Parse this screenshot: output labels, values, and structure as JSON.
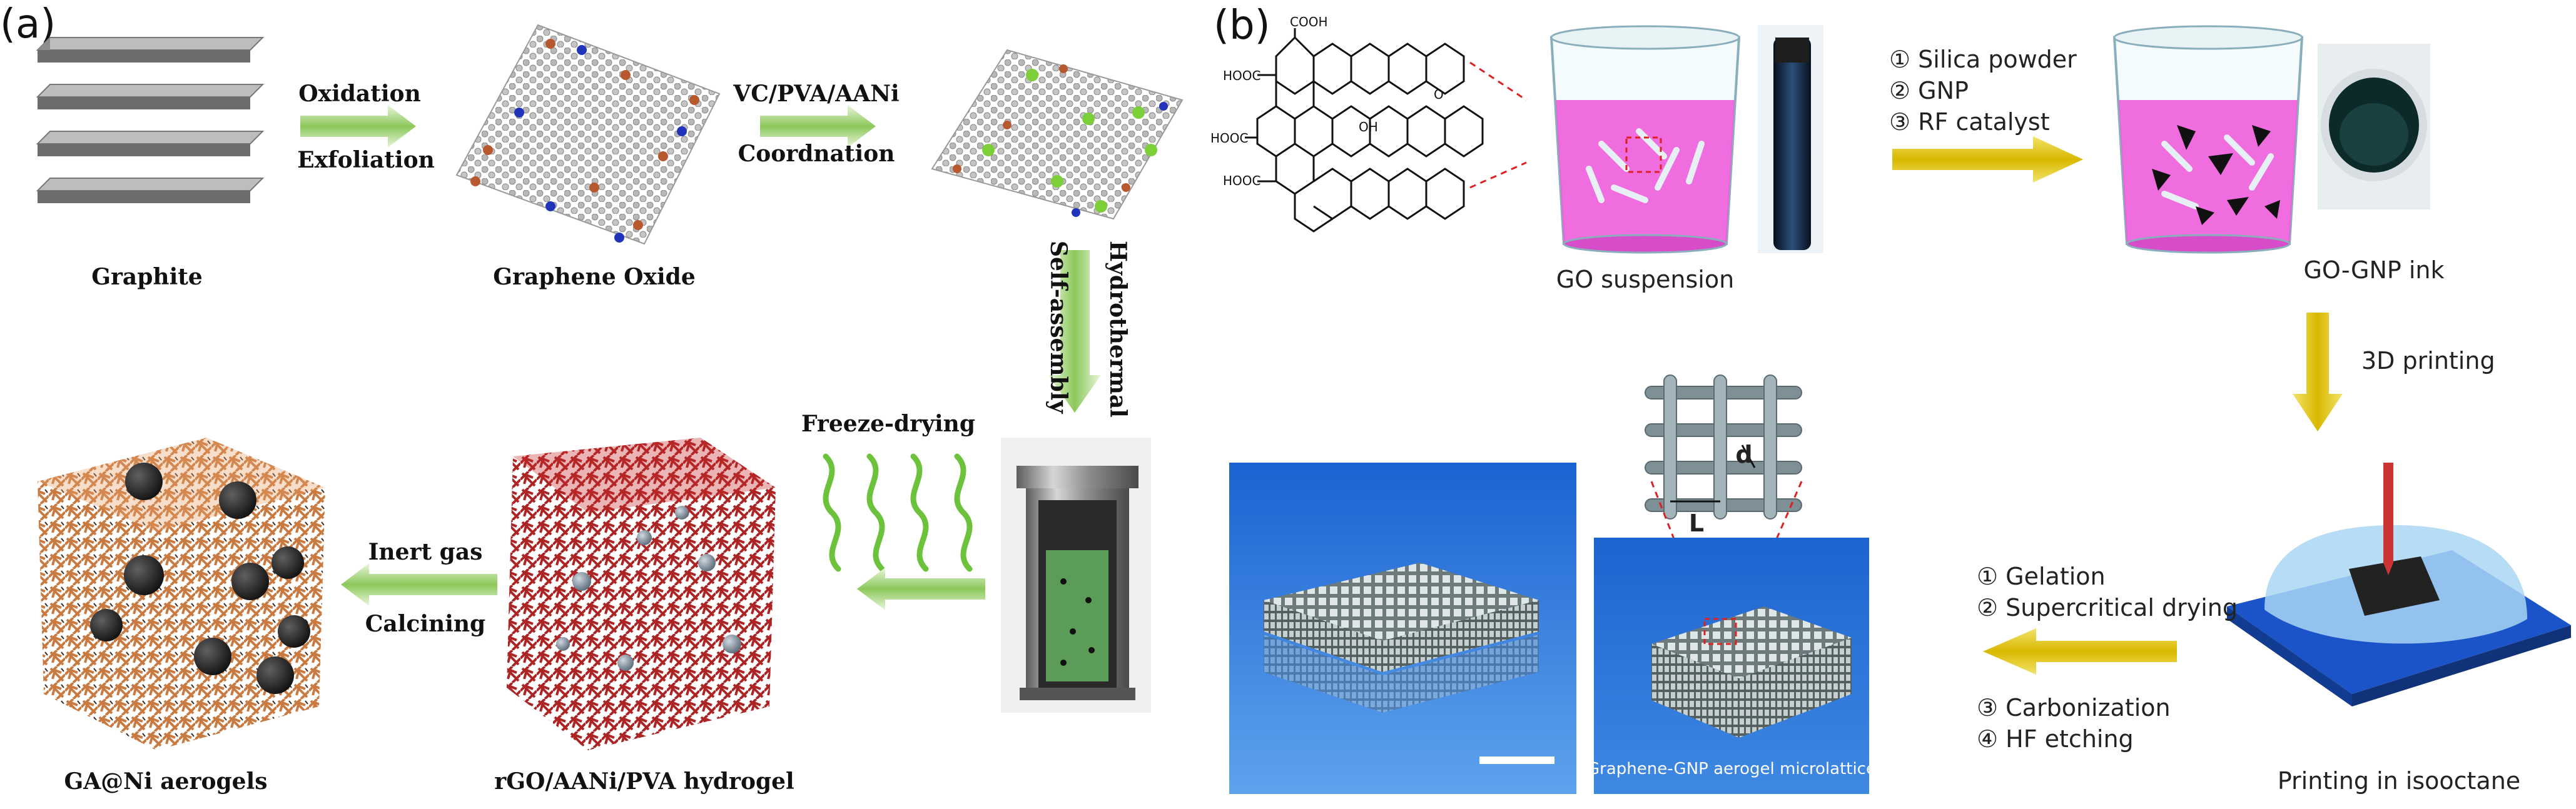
{
  "panel_a": {
    "label": "(a)",
    "step1": {
      "top": "Oxidation",
      "bottom": "Exfoliation"
    },
    "step2": {
      "top": "VC/PVA/AANi",
      "bottom": "Coordnation"
    },
    "step3": {
      "left": "Self-assembly",
      "right": "Hydrothermal"
    },
    "step4": {
      "top": "Freeze-drying"
    },
    "step5": {
      "top": "Inert gas",
      "bottom": "Calcining"
    },
    "captions": {
      "graphite": "Graphite",
      "graphene_oxide": "Graphene Oxide",
      "hydrogel": "rGO/AANi/PVA hydrogel",
      "aerogel": "GA@Ni aerogels"
    }
  },
  "panel_b": {
    "label": "(b)",
    "chem_labels": {
      "cooh": "COOH",
      "hooc1": "HOOC",
      "hooc2": "HOOC",
      "hooc3": "HOOC",
      "oh": "OH",
      "o": "O"
    },
    "additives": [
      "① Silica powder",
      "② GNP",
      "③ RF catalyst"
    ],
    "printing_step": "3D printing",
    "post_steps_top": [
      "① Gelation",
      "② Supercritical drying"
    ],
    "post_steps_bottom": [
      "③ Carbonization",
      "④ HF etching"
    ],
    "captions": {
      "go_suspension": "GO suspension",
      "ink": "GO-GNP ink",
      "printing": "Printing in isooctane",
      "microlattice": "Graphene-GNP aerogel microlattice"
    },
    "lattice_labels": {
      "d": "d",
      "L": "L"
    }
  },
  "colors": {
    "green_arrow": "#8cc85a",
    "yellow_arrow": "#e3c400",
    "beaker_pink": "#ee5ddc",
    "photo_blue": "#1d5fc9",
    "gel_red": "#b01c1c",
    "aerogel_orange": "#d98b4e"
  }
}
